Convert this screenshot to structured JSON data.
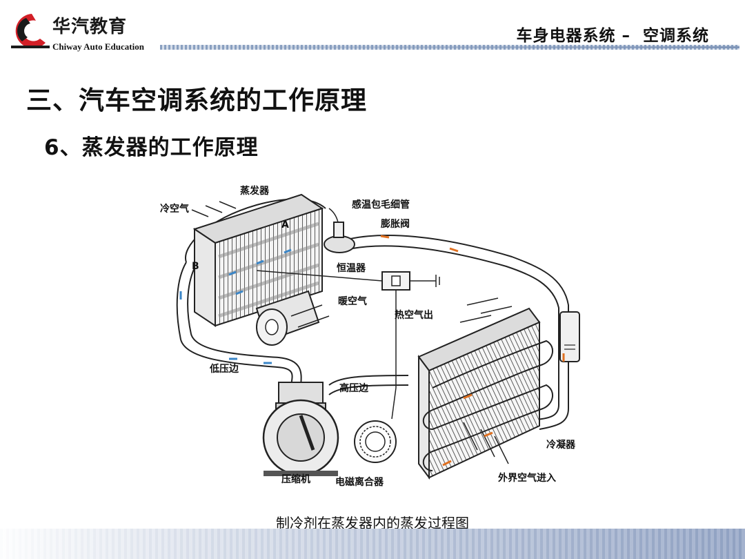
{
  "header": {
    "brand_cn": "华汽教育",
    "brand_en": "Chiway Auto Education",
    "caption": "车身电器系统 –  空调系统"
  },
  "colors": {
    "logo_red": "#d21f27",
    "logo_black": "#1a1a1a",
    "flow_orange": "#e07020",
    "flow_blue": "#3a86c8",
    "rule_blue": "#7f95b8"
  },
  "title": "三、汽车空调系统的工作原理",
  "subtitle": "6、蒸发器的工作原理",
  "diagram": {
    "labels": {
      "evaporator": "蒸发器",
      "cold_air": "冷空气",
      "capillary": "感温包毛细管",
      "expansion_valve": "膨胀阀",
      "point_a": "A",
      "point_b": "B",
      "thermostat": "恒温器",
      "warm_air": "暖空气",
      "hot_air_out": "热空气出",
      "low_side": "低压边",
      "high_side": "高压边",
      "condenser": "冷凝器",
      "compressor": "压缩机",
      "clutch": "电磁离合器",
      "outside_air": "外界空气进入"
    },
    "caption": "制冷剂在蒸发器内的蒸发过程图"
  }
}
